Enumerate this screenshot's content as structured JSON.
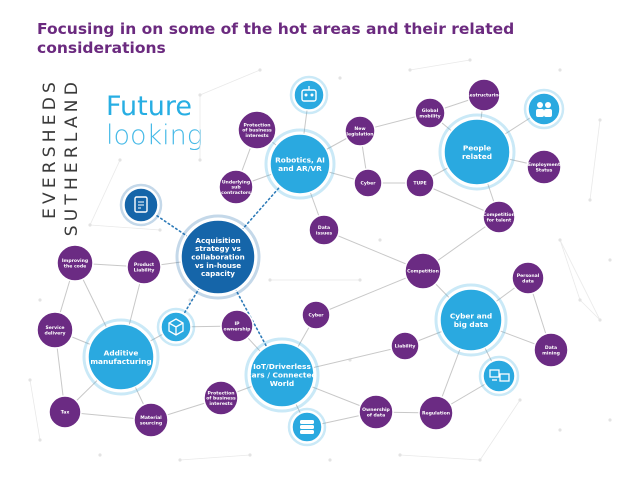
{
  "title": "Focusing in on some of the hot areas and their related considerations",
  "brand": {
    "line1": "EVERSHEDS",
    "line2": "SUTHERLAND"
  },
  "heading": {
    "line1": "Future",
    "line2": "looking"
  },
  "colors": {
    "purple": "#6b2b83",
    "blue": "#2aa9e0",
    "dark_blue": "#1565a9",
    "title": "#6b2a7f",
    "line": "#c8c8c8",
    "dotted": "#2e7bb8"
  },
  "nodes": {
    "acquisition": [
      "Acquisition",
      "strategy vs",
      "collaboration",
      "vs in-house",
      "capacity"
    ],
    "robotics": [
      "Robotics, AI",
      "and AR/VR"
    ],
    "people": [
      "People",
      "related"
    ],
    "additive": [
      "Additive",
      "manufacturing"
    ],
    "iot": [
      "IoT/Driverless",
      "cars / Connected",
      "World"
    ],
    "cyber_big_data": [
      "Cyber and",
      "big data"
    ],
    "protection_top": [
      "Protection",
      "of business",
      "interests"
    ],
    "new_legislation": [
      "New",
      "legislation"
    ],
    "cyber_top": [
      "Cyber"
    ],
    "underlying": [
      "Underlying",
      "sub",
      "contractors"
    ],
    "data_issues": [
      "Data",
      "issues"
    ],
    "global_mobility": [
      "Global",
      "mobility"
    ],
    "restructuring": [
      "Restructuring"
    ],
    "tupe": [
      "TUPE"
    ],
    "employment_status": [
      "Employment",
      "Status"
    ],
    "competition_talent": [
      "Competition",
      "for talent"
    ],
    "improving_code": [
      "Improving",
      "the code"
    ],
    "product_liability": [
      "Product",
      "Liability"
    ],
    "service_delivery": [
      "Service",
      "delivery"
    ],
    "ip_ownership": [
      "IP",
      "ownership"
    ],
    "tax": [
      "Tax"
    ],
    "material_sourcing": [
      "Material",
      "sourcing"
    ],
    "cyber_mid": [
      "Cyber"
    ],
    "protection_bottom": [
      "Protection",
      "of business",
      "interests"
    ],
    "competition": [
      "Competition"
    ],
    "personal_data": [
      "Personal",
      "data"
    ],
    "liability": [
      "Liability"
    ],
    "data_mining": [
      "Data",
      "mining"
    ],
    "ownership_data": [
      "Ownership",
      "of data"
    ],
    "regulation": [
      "Regulation"
    ]
  },
  "icons": {
    "robot": "robot-icon",
    "people": "people-icon",
    "document": "document-check-icon",
    "cube": "cube-icon",
    "computers": "computers-icon",
    "server": "server-icon"
  }
}
